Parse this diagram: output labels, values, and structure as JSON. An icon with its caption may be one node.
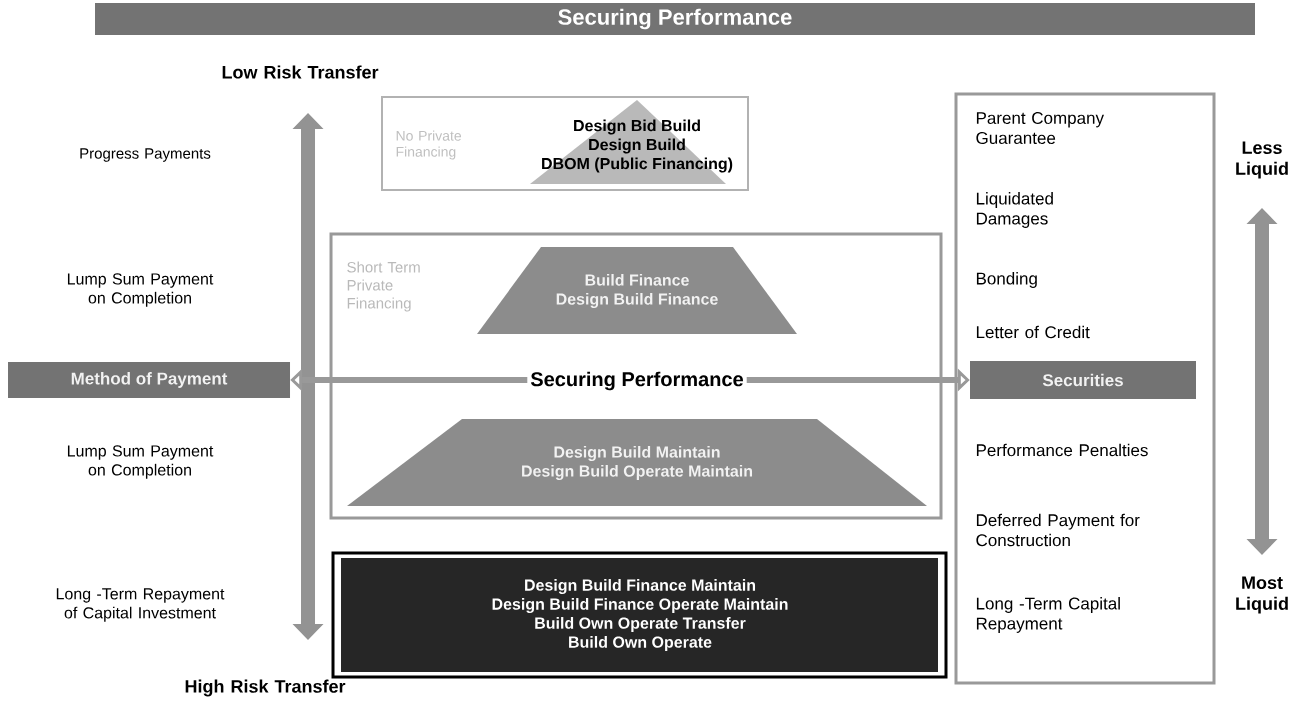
{
  "diagram": {
    "nodes": [
      {
        "text": [
          "Securing Performance"
        ]
      },
      {
        "text": [
          "No Private Financing"
        ]
      },
      {
        "text": [
          "Design Bid Build",
          "Design Build",
          "DBOM (Public Financing)"
        ],
        "in": 1
      },
      {
        "text": [
          "Short Term Private Financing"
        ]
      },
      {
        "text": [
          "Build Finance",
          "Design Build Finance"
        ],
        "in": 3
      },
      {
        "text": [
          "Design Build Maintain",
          "Design Build Operate Maintain"
        ],
        "in": 3
      },
      {
        "text": [
          "Design Build Finance Maintain",
          "Design Build Finance Operate Maintain",
          "Build Own Operate Transfer",
          "Build Own Operate"
        ]
      },
      {
        "text": [
          "Method of Payment"
        ]
      },
      {
        "text": [
          "Parent Company Guarantee",
          "Liquidated Damages",
          "Bonding",
          "Letter of Credit",
          "Performance Penalties",
          "Deferred Payment for Construction",
          "Long -Term Capital Repayment"
        ]
      },
      {
        "text": [
          "Securities"
        ],
        "in": 8
      }
    ],
    "edges": [
      {
        "from": 7,
        "to": 9,
        "arrow": "both",
        "label": "Securing Performance"
      }
    ],
    "labels": [
      "Low Risk Transfer",
      "Progress Payments",
      "Lump Sum Payment on Completion",
      "Lump Sum Payment on Completion",
      "Long -Term Repayment of Capital Investment",
      "High Risk Transfer",
      "Less Liquid",
      "Most Liquid"
    ]
  }
}
